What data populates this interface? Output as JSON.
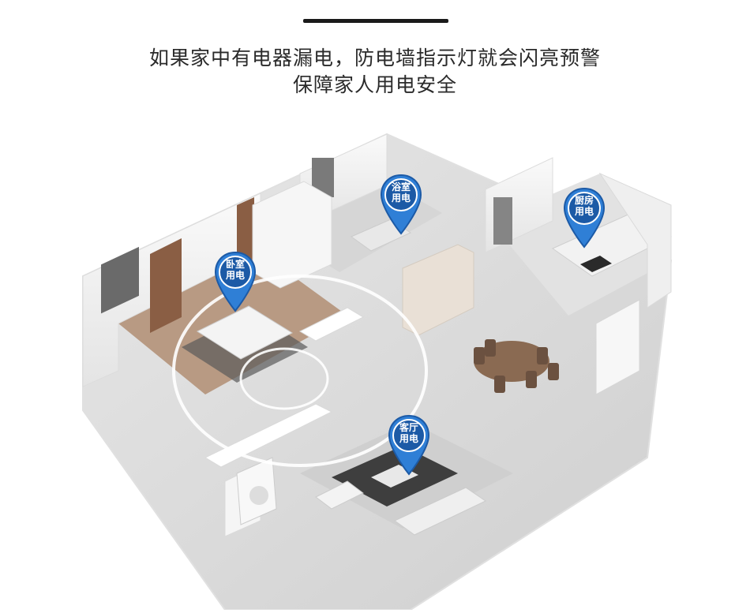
{
  "header": {
    "line1": "如果家中有电器漏电，防电墙指示灯就会闪亮预警",
    "line2": "保障家人用电安全"
  },
  "pins": {
    "bedroom": {
      "line1": "卧室",
      "line2": "用电"
    },
    "bathroom": {
      "line1": "浴室",
      "line2": "用电"
    },
    "kitchen": {
      "line1": "厨房",
      "line2": "用电"
    },
    "living": {
      "line1": "客厅",
      "line2": "用电"
    }
  },
  "colors": {
    "pin_blue": "#2f7fd6",
    "pin_dark": "#1c5aa6",
    "wall": "#f1f1f1",
    "floor": "#d9d9d9",
    "wood": "#a47a5e"
  }
}
